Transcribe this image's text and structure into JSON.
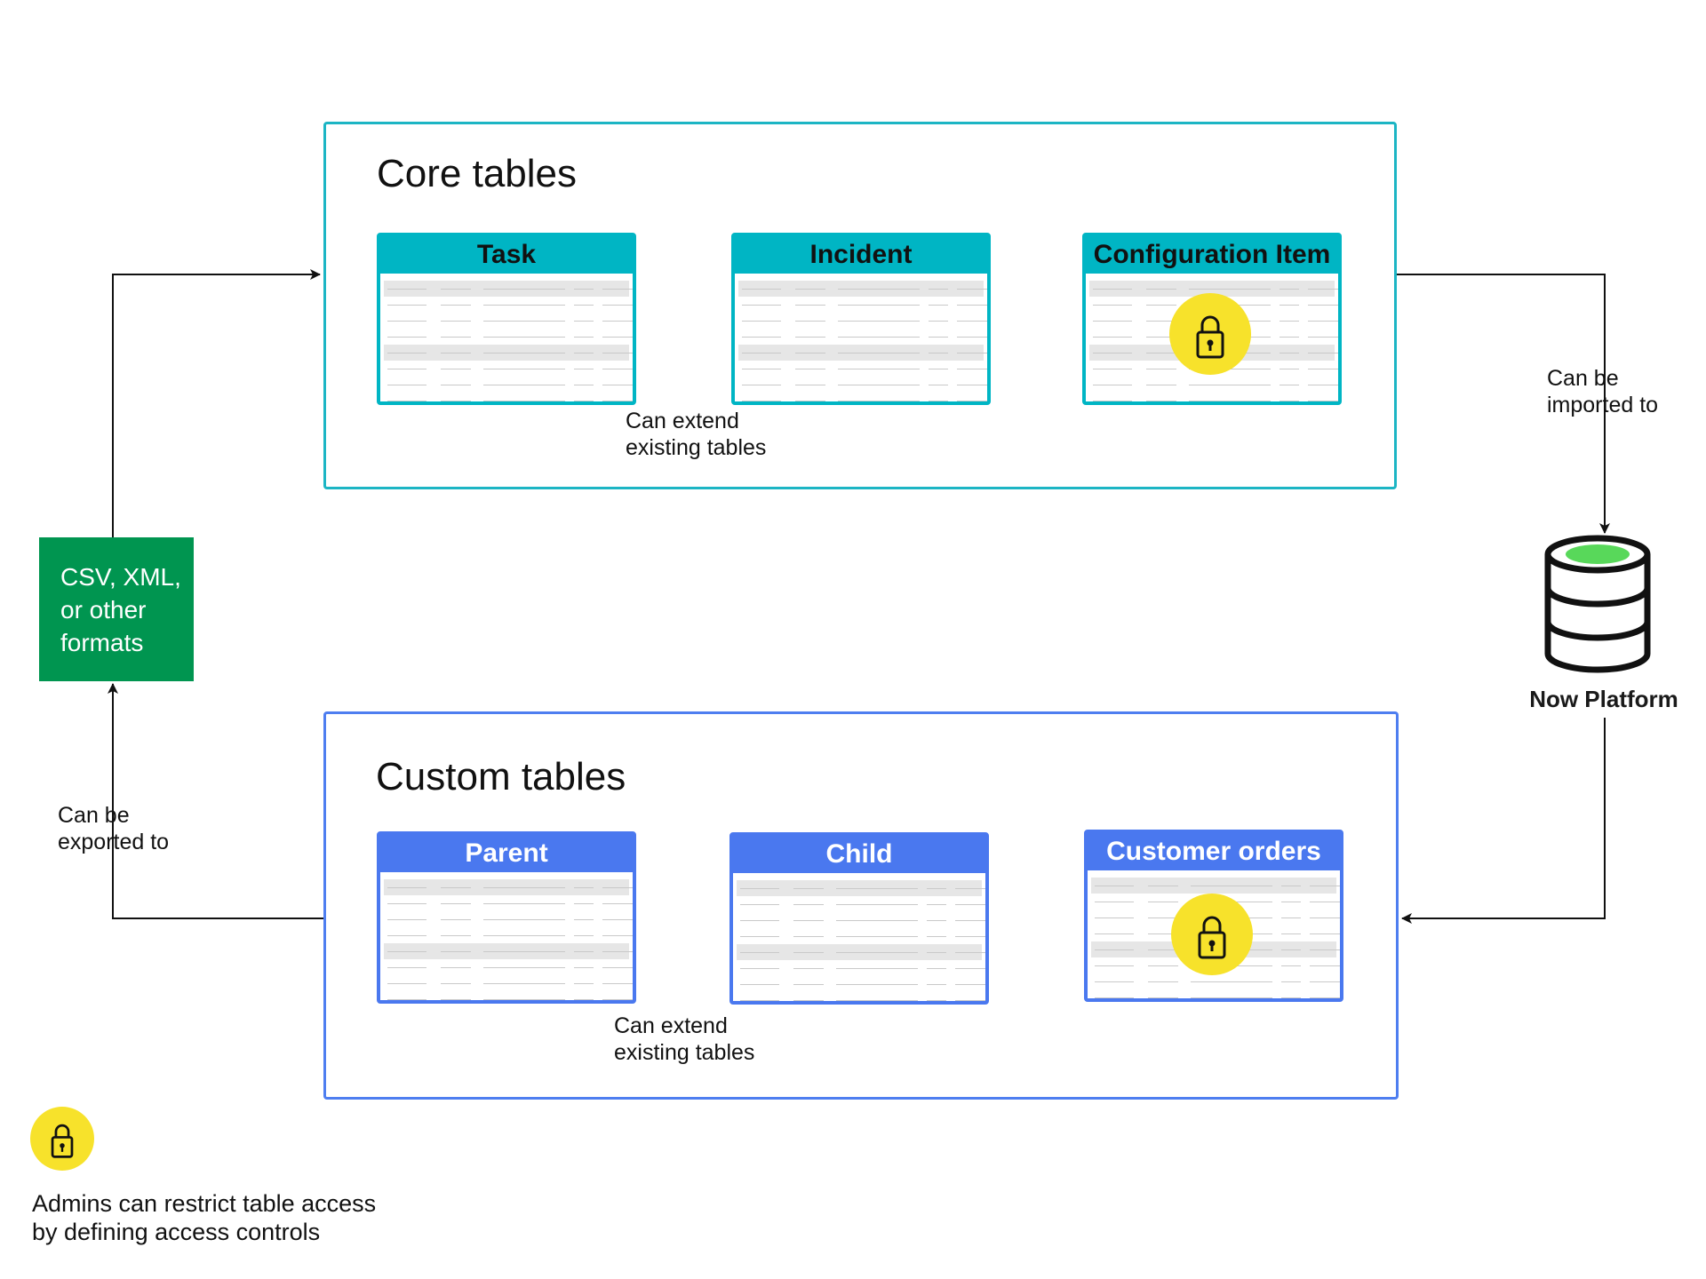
{
  "groups": {
    "core": {
      "title": "Core tables"
    },
    "custom": {
      "title": "Custom tables"
    }
  },
  "tables": {
    "task": {
      "label": "Task",
      "restricted": false
    },
    "incident": {
      "label": "Incident",
      "restricted": false
    },
    "configuration_item": {
      "label": "Configuration Item",
      "restricted": true
    },
    "parent": {
      "label": "Parent",
      "restricted": false
    },
    "child": {
      "label": "Child",
      "restricted": false
    },
    "customer_orders": {
      "label": "Customer orders",
      "restricted": true
    }
  },
  "labels": {
    "core_extend": [
      "Can extend",
      "existing tables"
    ],
    "custom_extend": [
      "Can extend",
      "existing tables"
    ],
    "imported": [
      "Can be",
      "imported to"
    ],
    "exported": [
      "Can be",
      "exported to"
    ]
  },
  "format_box": {
    "lines": [
      "CSV, XML,",
      "or other",
      "formats"
    ]
  },
  "platform": {
    "name": "Now Platform"
  },
  "legend": {
    "lines": [
      "Admins can restrict table access",
      "by defining access controls"
    ]
  },
  "colors": {
    "core_accent": "#00b5c4",
    "custom_accent": "#4a78ef",
    "format_box": "#009550",
    "lock_badge": "#f7e22b",
    "database_top": "#58d85a"
  },
  "icons": {
    "lock": "lock-icon",
    "database": "database-icon"
  }
}
